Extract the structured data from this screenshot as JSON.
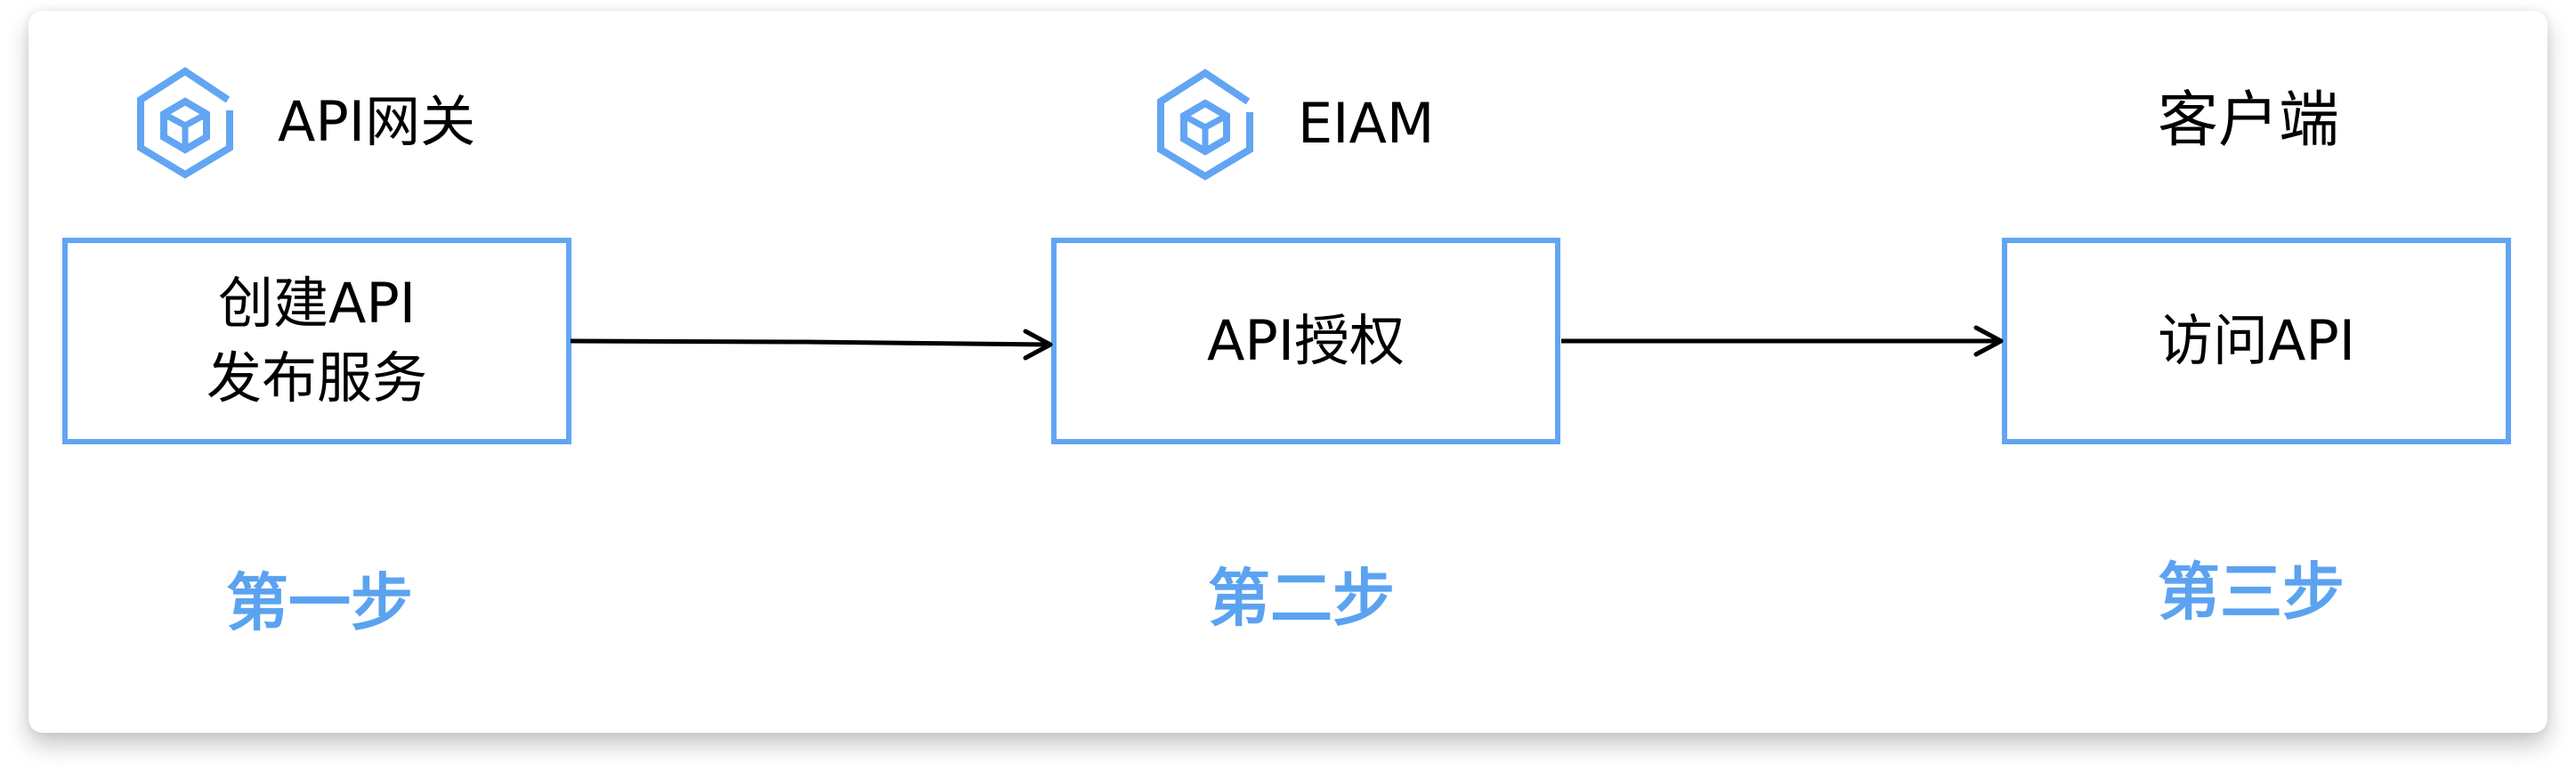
{
  "columns": [
    {
      "header": "API网关",
      "header_icon": "hexagon-cube-icon",
      "box_lines": [
        "创建API",
        "发布服务"
      ],
      "step": "第一步"
    },
    {
      "header": "EIAM",
      "header_icon": "hexagon-cube-icon",
      "box_lines": [
        "API授权"
      ],
      "step": "第二步"
    },
    {
      "header": "客户端",
      "header_icon": null,
      "box_lines": [
        "访问API"
      ],
      "step": "第三步"
    }
  ],
  "flow": [
    {
      "from": "创建API 发布服务",
      "to": "API授权"
    },
    {
      "from": "API授权",
      "to": "访问API"
    }
  ],
  "colors": {
    "accent": "#62a5f3",
    "step_text": "#5ba3f0",
    "text": "#000000",
    "arrow": "#000000"
  }
}
